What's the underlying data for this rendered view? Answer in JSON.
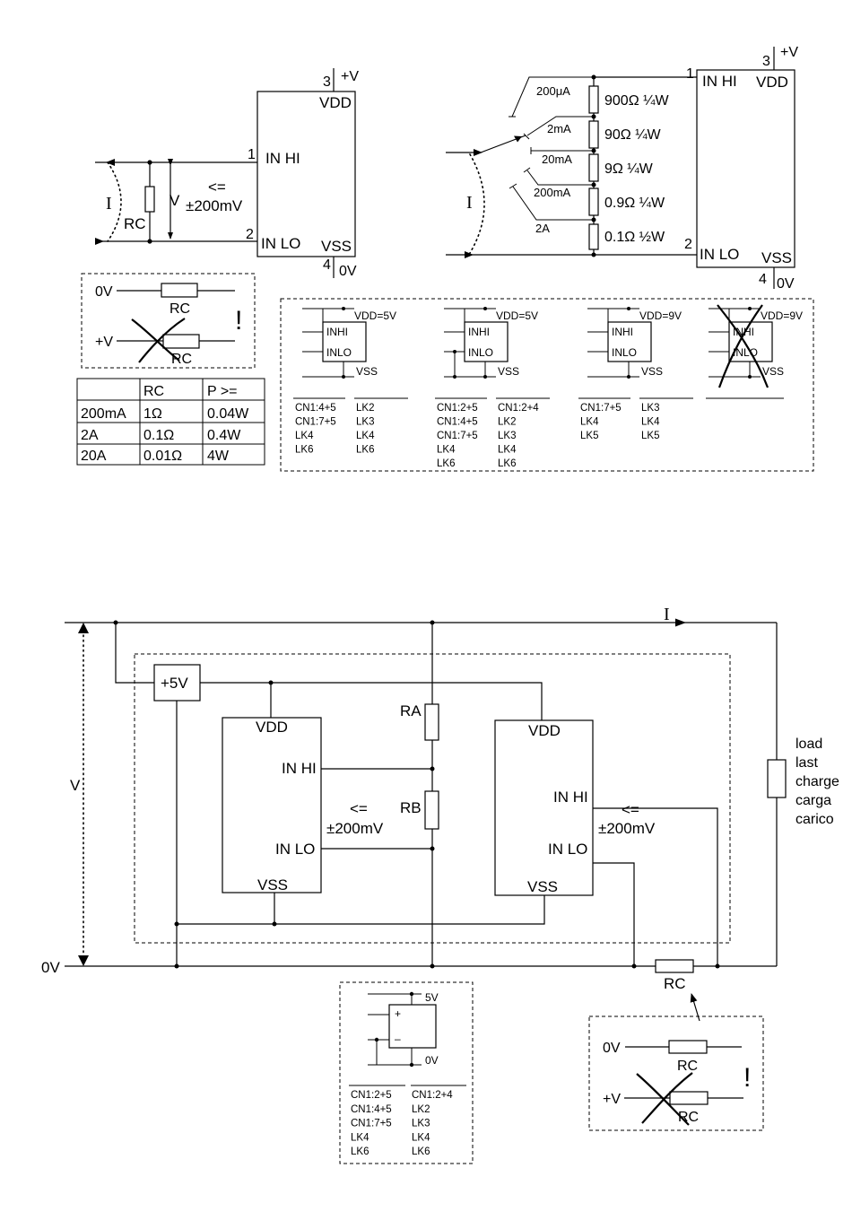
{
  "fig1": {
    "pin3": "3",
    "plus_v": "+V",
    "vdd": "VDD",
    "pin1": "1",
    "in_hi": "IN HI",
    "pin2": "2",
    "in_lo": "IN LO",
    "vss": "VSS",
    "pin4": "4",
    "zero_v": "0V",
    "current": "I",
    "rc": "RC",
    "v": "V",
    "le": "<=",
    "limit": "±200mV"
  },
  "warn1": {
    "zero_v": "0V",
    "plus_v": "+V",
    "rc_top": "RC",
    "rc_bottom": "RC",
    "bang": "!"
  },
  "table": {
    "headers": [
      "",
      "RC",
      "P >="
    ],
    "rows": [
      [
        "200mA",
        "1Ω",
        "0.04W"
      ],
      [
        "2A",
        "0.1Ω",
        "0.4W"
      ],
      [
        "20A",
        "0.01Ω",
        "4W"
      ]
    ]
  },
  "fig2": {
    "pin3": "3",
    "plus_v": "+V",
    "pin1": "1",
    "in_hi": "IN HI",
    "vdd": "VDD",
    "pin2": "2",
    "in_lo": "IN LO",
    "vss": "VSS",
    "pin4": "4",
    "zero_v": "0V",
    "current": "I",
    "ranges": [
      "200μA",
      "2mA",
      "20mA",
      "200mA",
      "2A"
    ],
    "resistors": [
      "900Ω ¼W",
      "90Ω ¼W",
      "9Ω ¼W",
      "0.9Ω ¼W",
      "0.1Ω ½W"
    ]
  },
  "configs": [
    {
      "vdd": "VDD=5V",
      "inhi": "INHI",
      "inlo": "INLO",
      "vss": "VSS",
      "col1": [
        "CN1:4+5",
        "CN1:7+5",
        "LK4",
        "LK6"
      ],
      "col2": [
        "LK2",
        "LK3",
        "LK4",
        "LK6"
      ]
    },
    {
      "vdd": "VDD=5V",
      "inhi": "INHI",
      "inlo": "INLO",
      "vss": "VSS",
      "col1": [
        "CN1:2+5",
        "CN1:4+5",
        "CN1:7+5",
        "LK4",
        "LK6"
      ],
      "col2": [
        "CN1:2+4",
        "LK2",
        "LK3",
        "LK4",
        "LK6"
      ]
    },
    {
      "vdd": "VDD=9V",
      "inhi": "INHI",
      "inlo": "INLO",
      "vss": "VSS",
      "col1": [
        "CN1:7+5",
        "LK4",
        "LK5"
      ],
      "col2": [
        "LK3",
        "LK4",
        "LK5"
      ]
    },
    {
      "vdd": "VDD=9V",
      "inhi": "INHI",
      "inlo": "INLO",
      "vss": "VSS",
      "col1": [],
      "col2": []
    }
  ],
  "fig3": {
    "current": "I",
    "v": "V",
    "zero_v": "0V",
    "supply": "+5V",
    "left_vdd": "VDD",
    "left_in_hi": "IN HI",
    "left_in_lo": "IN LO",
    "left_vss": "VSS",
    "right_vdd": "VDD",
    "right_in_hi": "IN HI",
    "right_in_lo": "IN LO",
    "right_vss": "VSS",
    "ra": "RA",
    "rb": "RB",
    "le_left": "<=",
    "limit_left": "±200mV",
    "le_right": "<=",
    "limit_right": "±200mV",
    "load_labels": [
      "load",
      "last",
      "charge",
      "carga",
      "carico"
    ],
    "rc": "RC"
  },
  "psu": {
    "v5": "5V",
    "plus": "+",
    "minus": "–",
    "v0": "0V",
    "col1": [
      "CN1:2+5",
      "CN1:4+5",
      "CN1:7+5",
      "LK4",
      "LK6"
    ],
    "col2": [
      "CN1:2+4",
      "LK2",
      "LK3",
      "LK4",
      "LK6"
    ]
  },
  "warn2": {
    "zero_v": "0V",
    "plus_v": "+V",
    "rc_top": "RC",
    "rc_bottom": "RC",
    "bang": "!"
  }
}
